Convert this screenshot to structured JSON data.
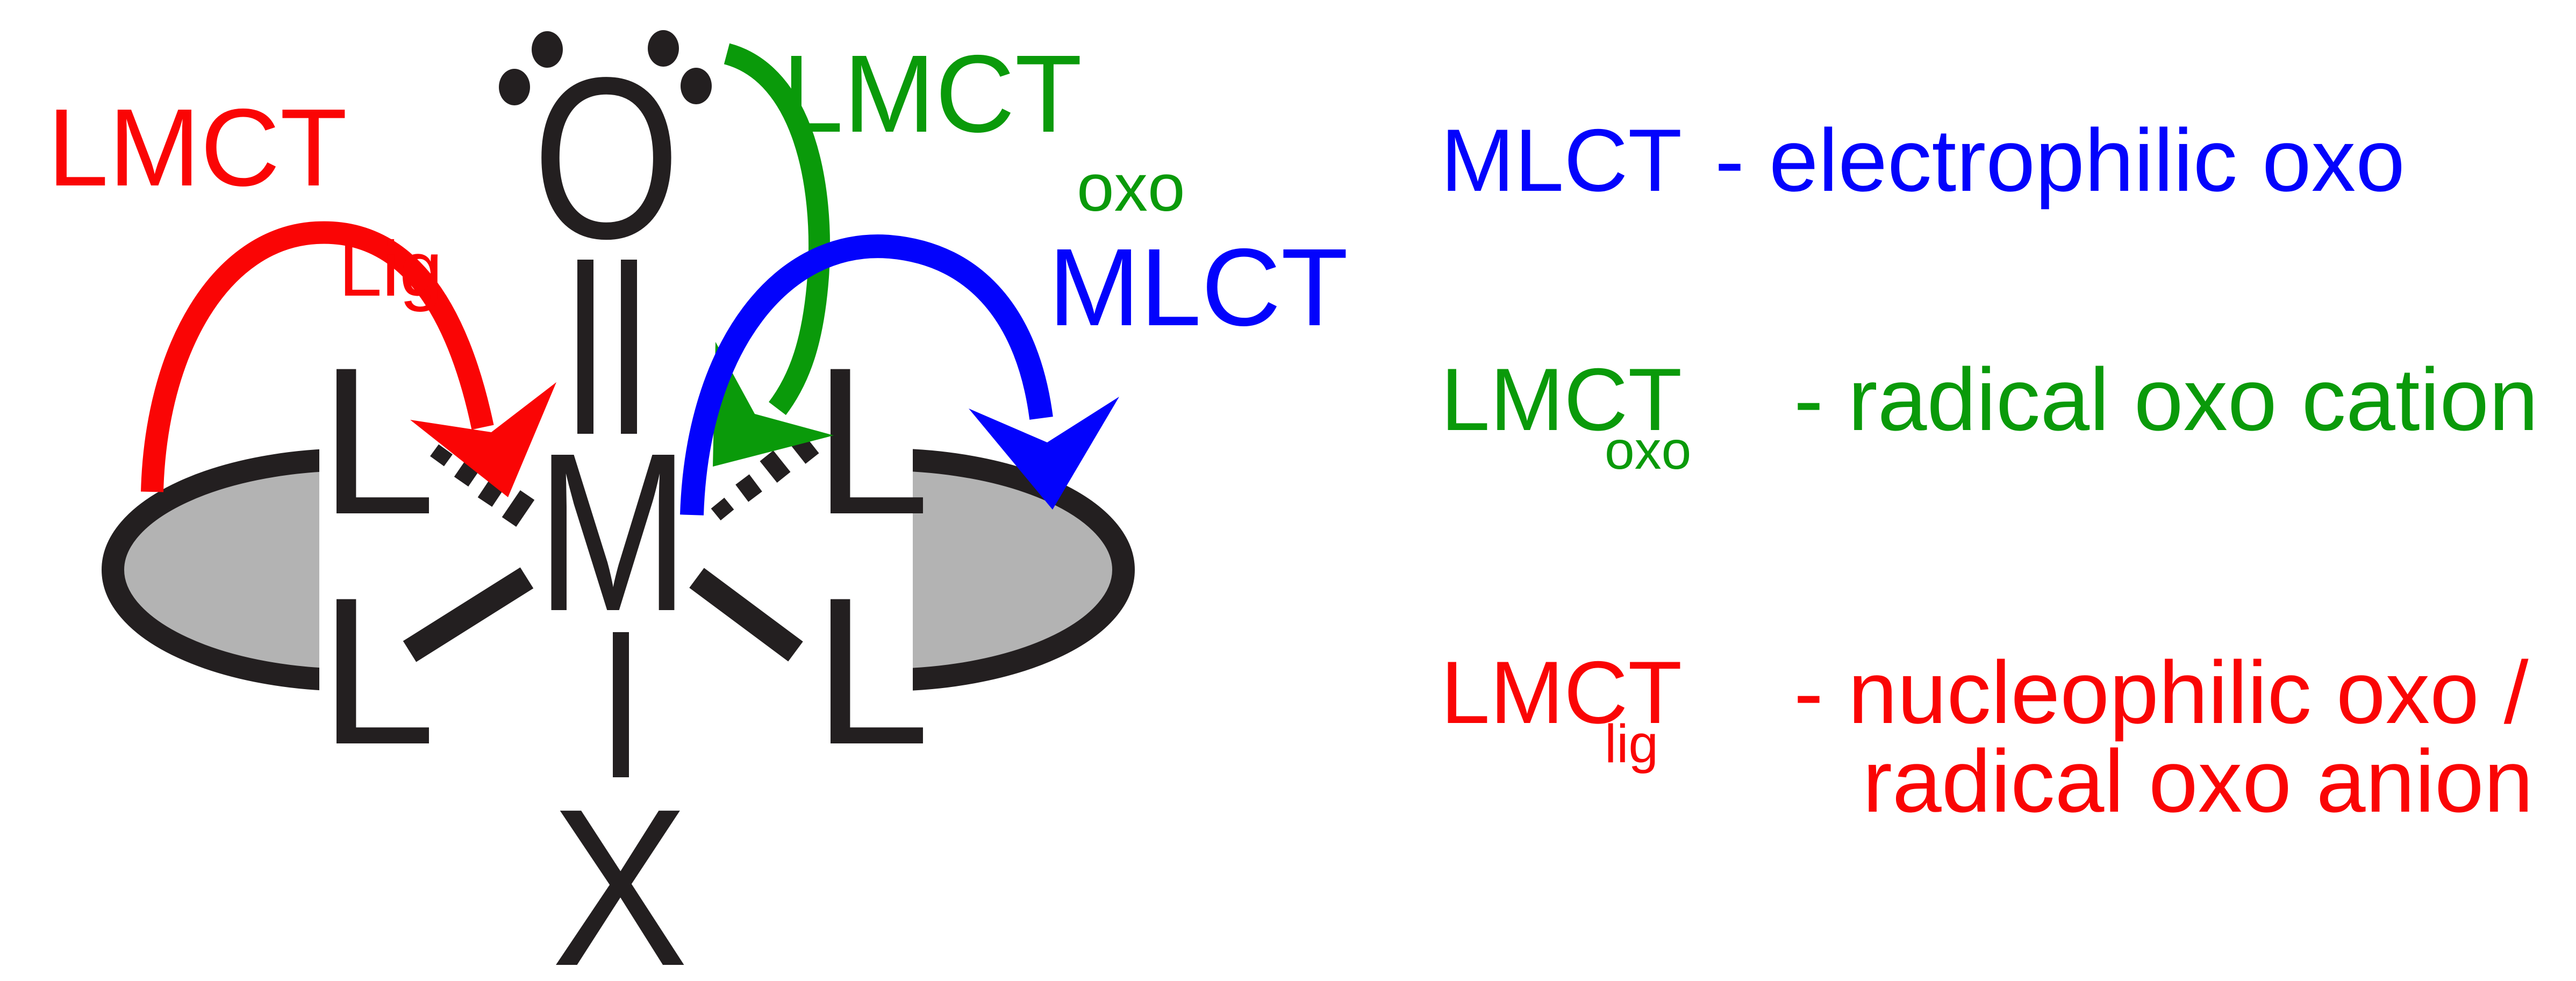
{
  "colors": {
    "red": "#fa0505",
    "green": "#0a9a0a",
    "blue": "#0303fc",
    "gray": "#b3b3b3",
    "black": "#231f20"
  },
  "diagram": {
    "labels": {
      "lmct_lig": {
        "main": "LMCT",
        "sub": "Lig"
      },
      "lmct_oxo": {
        "main": "LMCT",
        "sub": "oxo"
      },
      "mlct": {
        "main": "MLCT"
      }
    },
    "atoms": {
      "oxo": "O",
      "metal": "M",
      "axial": "X",
      "ligand": "L"
    }
  },
  "legend": {
    "items": [
      {
        "term": "MLCT",
        "sub": "",
        "desc": "- electrophilic oxo",
        "desc2": ""
      },
      {
        "term": "LMCT",
        "sub": "oxo",
        "desc": "- radical oxo cation",
        "desc2": ""
      },
      {
        "term": "LMCT",
        "sub": "lig",
        "desc": "- nucleophilic oxo /",
        "desc2": "radical oxo anion"
      }
    ]
  }
}
